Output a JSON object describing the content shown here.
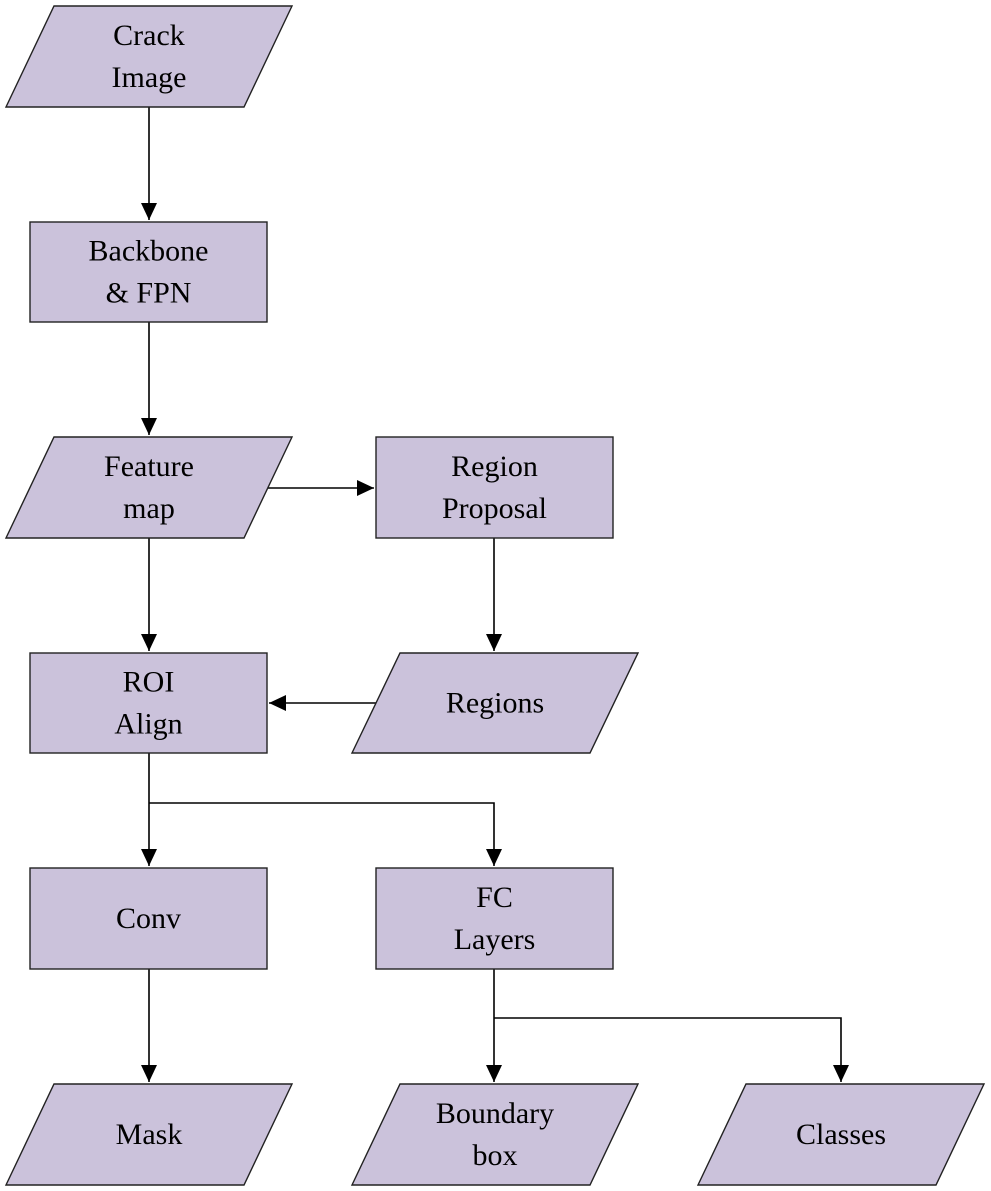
{
  "nodes": [
    {
      "id": "crack-image",
      "shape": "parallelogram",
      "lines": [
        "Crack",
        "Image"
      ]
    },
    {
      "id": "backbone-fpn",
      "shape": "rectangle",
      "lines": [
        "Backbone",
        "& FPN"
      ]
    },
    {
      "id": "feature-map",
      "shape": "parallelogram",
      "lines": [
        "Feature",
        "map"
      ]
    },
    {
      "id": "region-proposal",
      "shape": "rectangle",
      "lines": [
        "Region",
        "Proposal"
      ]
    },
    {
      "id": "roi-align",
      "shape": "rectangle",
      "lines": [
        "ROI",
        "Align"
      ]
    },
    {
      "id": "regions",
      "shape": "parallelogram",
      "lines": [
        "Regions"
      ]
    },
    {
      "id": "conv",
      "shape": "rectangle",
      "lines": [
        "Conv"
      ]
    },
    {
      "id": "fc-layers",
      "shape": "rectangle",
      "lines": [
        "FC",
        "Layers"
      ]
    },
    {
      "id": "mask",
      "shape": "parallelogram",
      "lines": [
        "Mask"
      ]
    },
    {
      "id": "boundary-box",
      "shape": "parallelogram",
      "lines": [
        "Boundary",
        "box"
      ]
    },
    {
      "id": "classes",
      "shape": "parallelogram",
      "lines": [
        "Classes"
      ]
    }
  ],
  "edges": [
    {
      "from": "crack-image",
      "to": "backbone-fpn"
    },
    {
      "from": "backbone-fpn",
      "to": "feature-map"
    },
    {
      "from": "feature-map",
      "to": "region-proposal"
    },
    {
      "from": "feature-map",
      "to": "roi-align"
    },
    {
      "from": "region-proposal",
      "to": "regions"
    },
    {
      "from": "regions",
      "to": "roi-align"
    },
    {
      "from": "roi-align",
      "to": "conv"
    },
    {
      "from": "roi-align",
      "to": "fc-layers"
    },
    {
      "from": "conv",
      "to": "mask"
    },
    {
      "from": "fc-layers",
      "to": "boundary-box"
    },
    {
      "from": "fc-layers",
      "to": "classes"
    }
  ],
  "colors": {
    "node_fill": "#cbc2db",
    "node_stroke": "#222222",
    "edge": "#000000"
  }
}
